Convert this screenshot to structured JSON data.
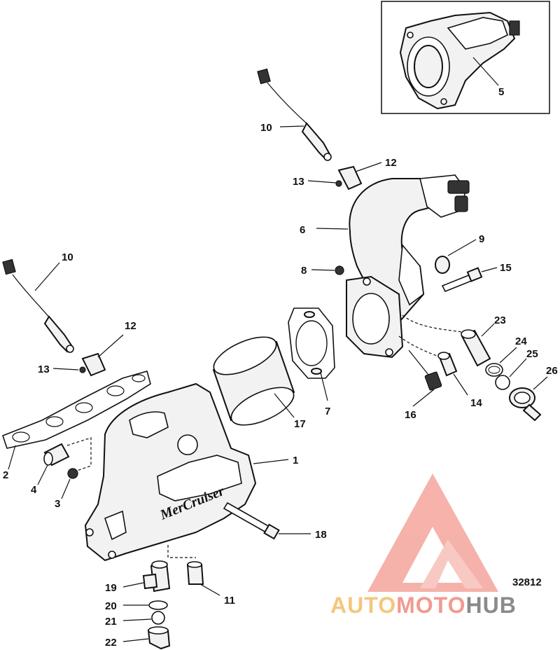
{
  "callouts": [
    {
      "key": "c1",
      "text": "1"
    },
    {
      "key": "c2",
      "text": "2"
    },
    {
      "key": "c3",
      "text": "3"
    },
    {
      "key": "c4",
      "text": "4"
    },
    {
      "key": "c5",
      "text": "5"
    },
    {
      "key": "c6",
      "text": "6"
    },
    {
      "key": "c7",
      "text": "7"
    },
    {
      "key": "c8",
      "text": "8"
    },
    {
      "key": "c9",
      "text": "9"
    },
    {
      "key": "c10a",
      "text": "10"
    },
    {
      "key": "c10b",
      "text": "10"
    },
    {
      "key": "c11",
      "text": "11"
    },
    {
      "key": "c12a",
      "text": "12"
    },
    {
      "key": "c12b",
      "text": "12"
    },
    {
      "key": "c13a",
      "text": "13"
    },
    {
      "key": "c13b",
      "text": "13"
    },
    {
      "key": "c14",
      "text": "14"
    },
    {
      "key": "c15",
      "text": "15"
    },
    {
      "key": "c16",
      "text": "16"
    },
    {
      "key": "c17",
      "text": "17"
    },
    {
      "key": "c18",
      "text": "18"
    },
    {
      "key": "c19",
      "text": "19"
    },
    {
      "key": "c20",
      "text": "20"
    },
    {
      "key": "c21",
      "text": "21"
    },
    {
      "key": "c22",
      "text": "22"
    },
    {
      "key": "c23",
      "text": "23"
    },
    {
      "key": "c24",
      "text": "24"
    },
    {
      "key": "c25",
      "text": "25"
    },
    {
      "key": "c26",
      "text": "26"
    }
  ],
  "figure_number": "32812",
  "brand_text": "MerCruiser",
  "watermark": {
    "part1": "AUTO",
    "part2": "MOTO",
    "part3": "HUB",
    "color_triangle": "#f4a59c",
    "color_auto": "#f4c77c",
    "color_moto": "#f29a8f",
    "color_hub": "#8a8a8a"
  }
}
